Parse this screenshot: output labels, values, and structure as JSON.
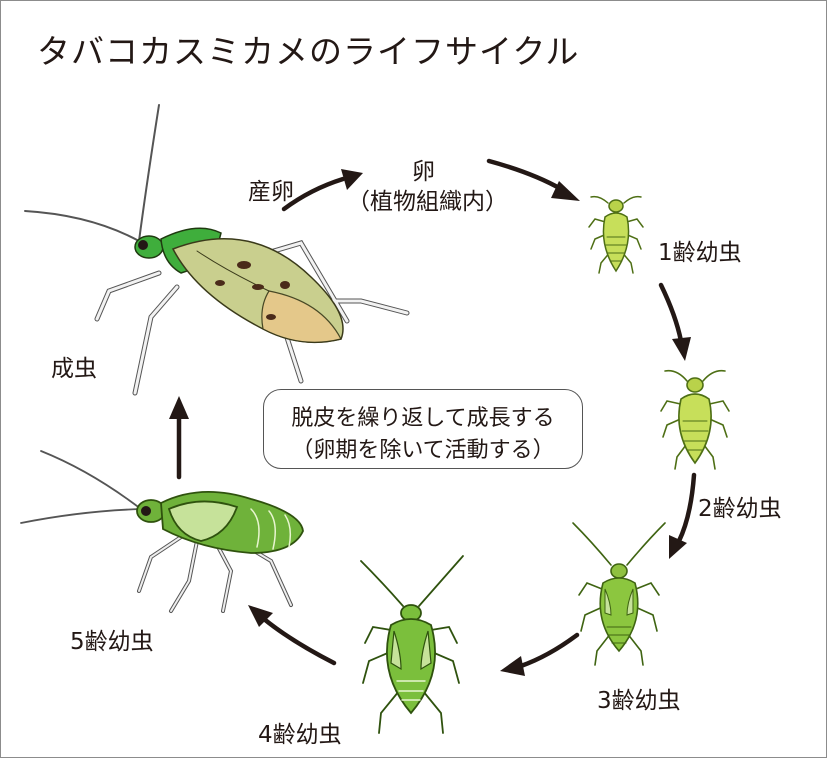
{
  "title": "タバコカスミカメのライフサイクル",
  "stages": {
    "oviposition": "産卵",
    "egg": "卵",
    "egg_note": "（植物組織内）",
    "nymph1": "1齢幼虫",
    "nymph2": "2齢幼虫",
    "nymph3": "3齢幼虫",
    "nymph4": "4齢幼虫",
    "nymph5": "5齢幼虫",
    "adult": "成虫"
  },
  "center_note": {
    "line1": "脱皮を繰り返して成長する",
    "line2": "（卵期を除いて活動する）"
  },
  "colors": {
    "nymph_body": "#c7df5a",
    "nymph_outline": "#6b8f1f",
    "late_nymph": "#7bbf3c",
    "adult_wing": "#c9cf8e",
    "adult_membrane": "#e8c88a",
    "adult_thorax": "#3fae3c",
    "arrow": "#231815"
  }
}
